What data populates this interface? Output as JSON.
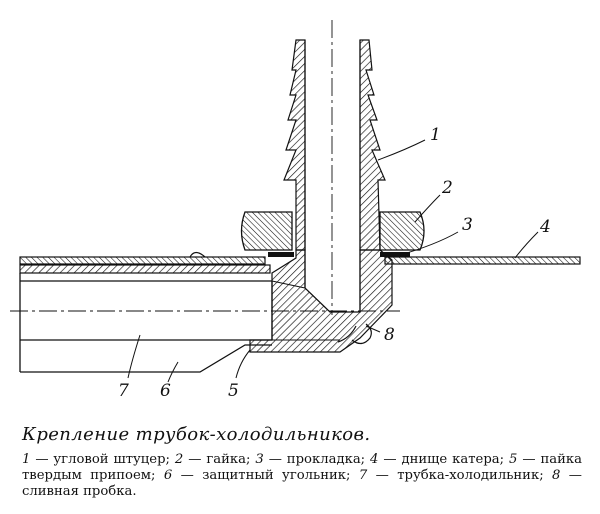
{
  "figure": {
    "callouts": [
      "1",
      "2",
      "3",
      "4",
      "5",
      "6",
      "7",
      "8"
    ]
  },
  "caption": {
    "title": "Крепление трубок-холодильников.",
    "legend": [
      {
        "num": "1",
        "text": " — угловой   штуцер;  "
      },
      {
        "num": "2",
        "text": " — гайка;  "
      },
      {
        "num": "3",
        "text": " — прокладка;  "
      },
      {
        "num": "4",
        "text": " — днище катера;  "
      },
      {
        "num": "5",
        "text": " — пайка твердым припоем;  "
      },
      {
        "num": "6",
        "text": " — защитный угольник;  "
      },
      {
        "num": "7",
        "text": " — трубка-холодильник;  "
      },
      {
        "num": "8",
        "text": " — сливная  пробка."
      }
    ]
  }
}
